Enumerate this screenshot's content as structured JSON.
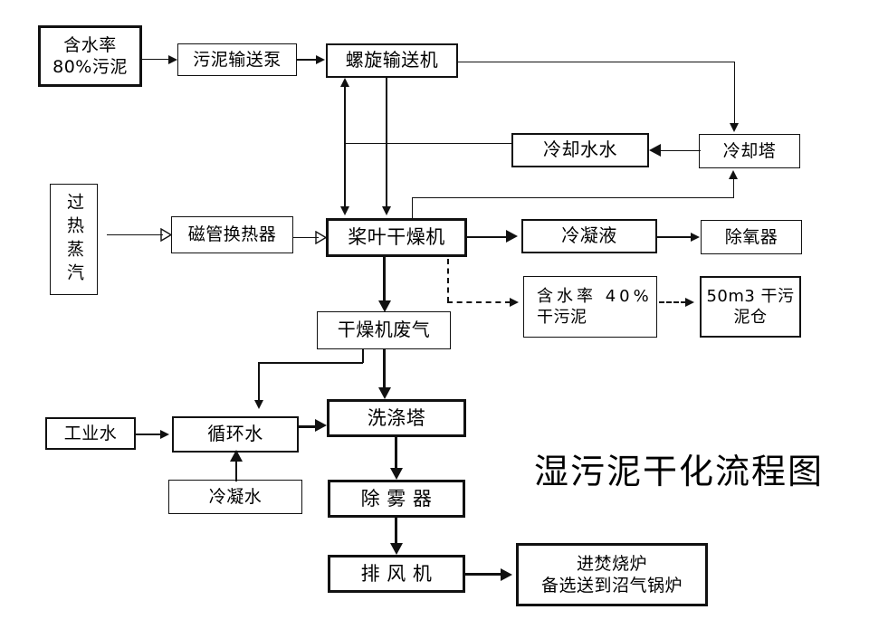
{
  "diagram": {
    "title": "湿污泥干化流程图",
    "nodes": {
      "wet_sludge": {
        "line1": "含水率",
        "line2": "80%污泥"
      },
      "sludge_pump": {
        "label": "污泥输送泵"
      },
      "screw_conveyor": {
        "label": "螺旋输送机"
      },
      "cooling_water": {
        "label": "冷却水水"
      },
      "cooling_tower": {
        "label": "冷却塔"
      },
      "superheated_steam": {
        "label": "过热蒸汽"
      },
      "heat_exchanger": {
        "label": "磁管换热器"
      },
      "paddle_dryer": {
        "label": "桨叶干燥机"
      },
      "condensate_liquid": {
        "label": "冷凝液"
      },
      "deaerator": {
        "label": "除氧器"
      },
      "dry_sludge": {
        "line1": "含水率 40%",
        "line2": "干污泥"
      },
      "sludge_silo": {
        "line1": "50m3 干污",
        "line2": "泥仓"
      },
      "dryer_exhaust": {
        "label": "干燥机废气"
      },
      "industrial_water": {
        "label": "工业水"
      },
      "circulating_water": {
        "label": "循环水"
      },
      "condensed_water": {
        "label": "冷凝水"
      },
      "scrubber_tower": {
        "label": "洗涤塔"
      },
      "demister": {
        "label": "除 雾 器"
      },
      "exhaust_fan": {
        "label": "排 风 机"
      },
      "incinerator": {
        "line1": "进焚烧炉",
        "line2": "备选送到沼气锅炉"
      }
    },
    "colors": {
      "line": "#111111",
      "background": "#ffffff",
      "text": "#000000"
    }
  }
}
